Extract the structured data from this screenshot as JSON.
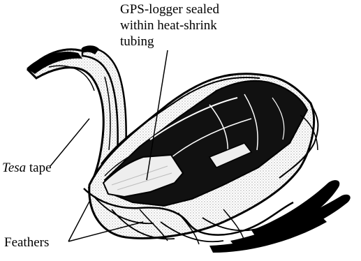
{
  "labels": {
    "gps_line1": "GPS-logger sealed",
    "gps_line2": "within heat-shrink",
    "gps_line3": "tubing",
    "tesa_italic": "Tesa",
    "tesa_rest": " tape",
    "feathers": "Feathers"
  },
  "colors": {
    "ink": "#000000",
    "paper": "#ffffff",
    "shade": "#b9b9b9"
  }
}
